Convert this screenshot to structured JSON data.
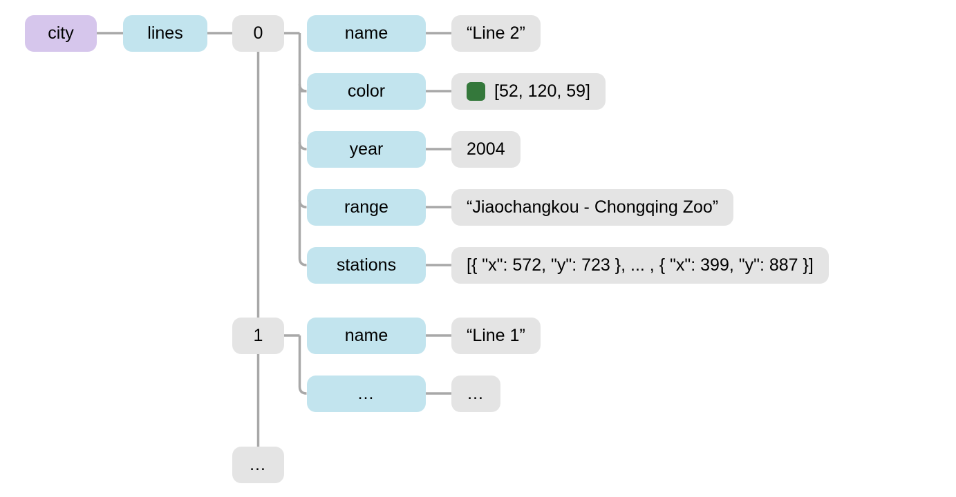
{
  "diagram": {
    "type": "json-tree",
    "root": {
      "label": "city",
      "color": "#d6c6ec"
    },
    "branch": {
      "label": "lines",
      "color": "#c2e4ee"
    },
    "palette": {
      "root_node": "#d6c6ec",
      "key_node": "#c2e4ee",
      "value_node": "#e4e4e4",
      "index_node": "#e4e4e4",
      "connector": "#a8a8a8",
      "text": "#000000",
      "background": "#ffffff"
    },
    "items": [
      {
        "index": "0",
        "fields": [
          {
            "key": "name",
            "value": "“Line 2”"
          },
          {
            "key": "color",
            "value": "[52, 120, 59]",
            "swatch": "#34783b"
          },
          {
            "key": "year",
            "value": "2004"
          },
          {
            "key": "range",
            "value": "“Jiaochangkou - Chongqing Zoo”"
          },
          {
            "key": "stations",
            "value": "[{ \"x\": 572, \"y\": 723 }, ... , { \"x\": 399, \"y\": 887 }]"
          }
        ]
      },
      {
        "index": "1",
        "fields": [
          {
            "key": "name",
            "value": "“Line 1”"
          },
          {
            "key": "…",
            "value": "…"
          }
        ]
      },
      {
        "index": "…",
        "fields": []
      }
    ]
  }
}
